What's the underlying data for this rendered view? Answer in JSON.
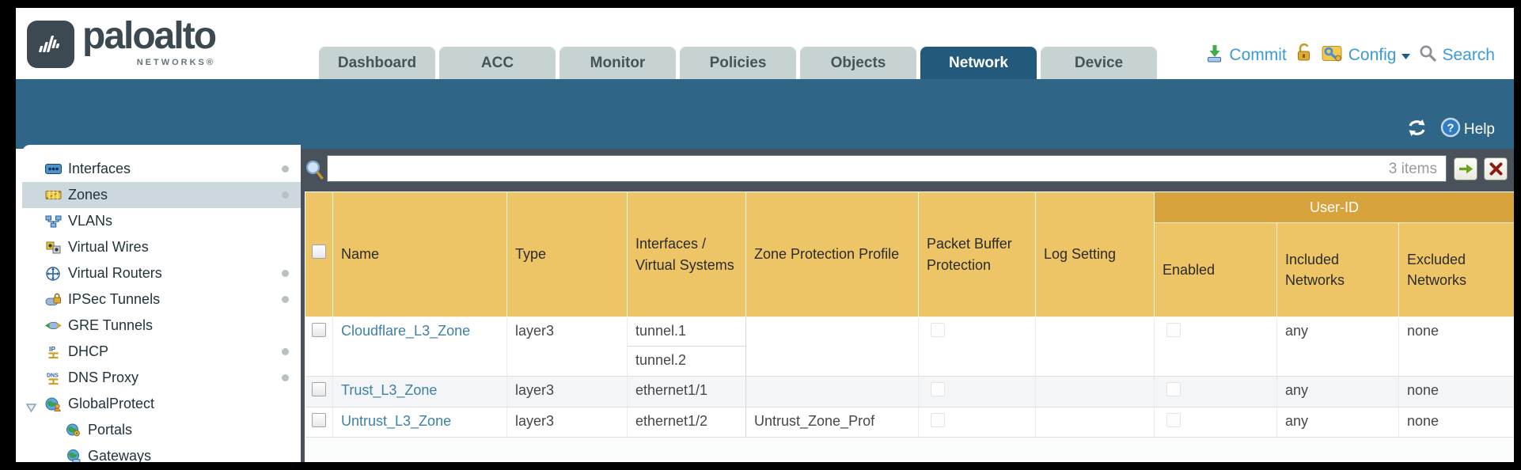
{
  "brand": {
    "name": "paloalto",
    "sub": "NETWORKS®"
  },
  "nav": {
    "tabs": [
      {
        "label": "Dashboard",
        "active": false
      },
      {
        "label": "ACC",
        "active": false
      },
      {
        "label": "Monitor",
        "active": false
      },
      {
        "label": "Policies",
        "active": false
      },
      {
        "label": "Objects",
        "active": false
      },
      {
        "label": "Network",
        "active": true
      },
      {
        "label": "Device",
        "active": false
      }
    ],
    "commit_label": "Commit",
    "config_label": "Config",
    "search_label": "Search"
  },
  "banner": {
    "help_label": "Help"
  },
  "sidebar": {
    "items": [
      {
        "label": "Interfaces",
        "icon": "interfaces-icon",
        "dot": true,
        "selected": false
      },
      {
        "label": "Zones",
        "icon": "zones-icon",
        "dot": true,
        "selected": true
      },
      {
        "label": "VLANs",
        "icon": "vlans-icon",
        "dot": false,
        "selected": false
      },
      {
        "label": "Virtual Wires",
        "icon": "virtual-wires-icon",
        "dot": false,
        "selected": false
      },
      {
        "label": "Virtual Routers",
        "icon": "virtual-routers-icon",
        "dot": true,
        "selected": false
      },
      {
        "label": "IPSec Tunnels",
        "icon": "ipsec-tunnels-icon",
        "dot": true,
        "selected": false
      },
      {
        "label": "GRE Tunnels",
        "icon": "gre-tunnels-icon",
        "dot": false,
        "selected": false
      },
      {
        "label": "DHCP",
        "icon": "dhcp-icon",
        "dot": true,
        "selected": false
      },
      {
        "label": "DNS Proxy",
        "icon": "dns-proxy-icon",
        "dot": true,
        "selected": false
      },
      {
        "label": "GlobalProtect",
        "icon": "globalprotect-icon",
        "dot": false,
        "selected": false,
        "expanded": true,
        "children": [
          {
            "label": "Portals",
            "icon": "portals-icon"
          },
          {
            "label": "Gateways",
            "icon": "gateways-icon"
          }
        ]
      }
    ]
  },
  "toolbar": {
    "search_value": "",
    "items_count": "3 items"
  },
  "table": {
    "headers": {
      "name": "Name",
      "type": "Type",
      "interfaces": "Interfaces / Virtual Systems",
      "zone_protection": "Zone Protection Profile",
      "packet_buffer": "Packet Buffer Protection",
      "log_setting": "Log Setting",
      "user_id_group": "User-ID",
      "enabled": "Enabled",
      "included": "Included Networks",
      "excluded": "Excluded Networks"
    },
    "rows": [
      {
        "name": "Cloudflare_L3_Zone",
        "type": "layer3",
        "interfaces": [
          "tunnel.1",
          "tunnel.2"
        ],
        "zone_protection_profile": "",
        "log_setting": "",
        "included_networks": "any",
        "excluded_networks": "none"
      },
      {
        "name": "Trust_L3_Zone",
        "type": "layer3",
        "interfaces": [
          "ethernet1/1"
        ],
        "zone_protection_profile": "",
        "log_setting": "",
        "included_networks": "any",
        "excluded_networks": "none"
      },
      {
        "name": "Untrust_L3_Zone",
        "type": "layer3",
        "interfaces": [
          "ethernet1/2"
        ],
        "zone_protection_profile": "Untrust_Zone_Prof",
        "log_setting": "",
        "included_networks": "any",
        "excluded_networks": "none"
      }
    ]
  },
  "colors": {
    "header_orange": "#EDC567",
    "user_id_band": "#D8A33C",
    "teal_band": "#2F6587",
    "active_tab": "#235A7B",
    "dark_band": "#49525A",
    "link_blue": "#3E80A8",
    "action_blue": "#3D9BD4"
  }
}
